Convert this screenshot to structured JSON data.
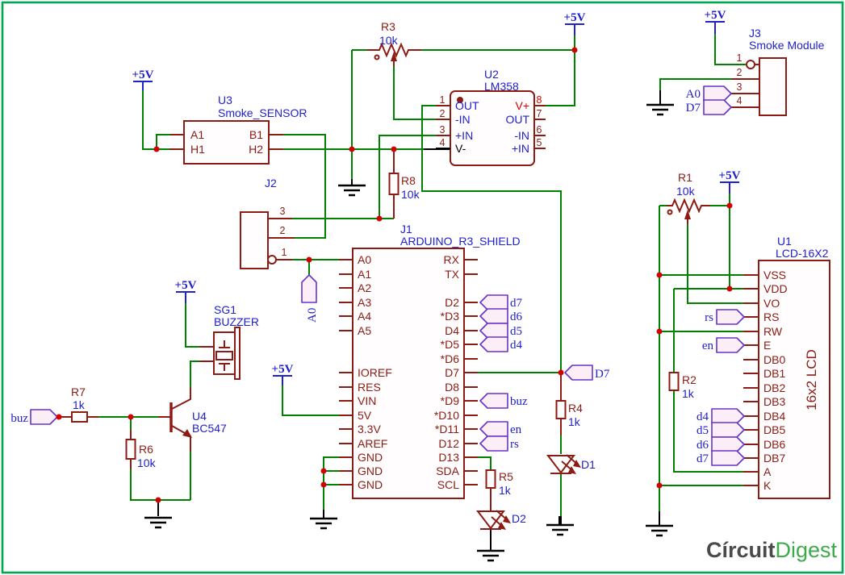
{
  "power": {
    "label": "+5V"
  },
  "logo": {
    "part1": "Círcuit",
    "part2": "Digest"
  },
  "u3": {
    "ref": "U3",
    "value": "Smoke_SENSOR",
    "pin_a1": "A1",
    "pin_h1": "H1",
    "pin_b1": "B1",
    "pin_h2": "H2"
  },
  "u2": {
    "ref": "U2",
    "value": "LM358",
    "num1": "1",
    "num2": "2",
    "num3": "3",
    "num4": "4",
    "num5": "5",
    "num6": "6",
    "num7": "7",
    "num8": "8",
    "name_out": "OUT",
    "name_minus_in": "-IN",
    "name_plus_in": "+IN",
    "name_v_minus": "V-",
    "name_v_plus": "V+"
  },
  "j2": {
    "ref": "J2",
    "num1": "1",
    "num2": "2",
    "num3": "3"
  },
  "j3": {
    "ref": "J3",
    "value": "Smoke Module",
    "num1": "1",
    "num2": "2",
    "num3": "3",
    "num4": "4"
  },
  "j1": {
    "ref": "J1",
    "value": "ARDUINO_R3_SHIELD",
    "left_pins": [
      "A0",
      "A1",
      "A2",
      "A3",
      "A4",
      "A5",
      "IOREF",
      "RES",
      "VIN",
      "5V",
      "3.3V",
      "AREF",
      "GND",
      "GND",
      "GND"
    ],
    "right_pins": [
      "RX",
      "TX",
      "D2",
      "*D3",
      "D4",
      "*D5",
      "*D6",
      "D7",
      "D8",
      "*D9",
      "*D10",
      "*D11",
      "D12",
      "D13",
      "SDA",
      "SCL"
    ]
  },
  "u1": {
    "ref": "U1",
    "value": "LCD-16X2",
    "side_label": "16x2 LCD",
    "pins": [
      "VSS",
      "VDD",
      "VO",
      "RS",
      "RW",
      "E",
      "DB0",
      "DB1",
      "DB2",
      "DB3",
      "DB4",
      "DB5",
      "DB6",
      "DB7",
      "A",
      "K"
    ]
  },
  "r1": {
    "ref": "R1",
    "value": "10k"
  },
  "r2": {
    "ref": "R2",
    "value": "1k"
  },
  "r3": {
    "ref": "R3",
    "value": "10k"
  },
  "r4": {
    "ref": "R4",
    "value": "1k"
  },
  "r5": {
    "ref": "R5",
    "value": "1k"
  },
  "r6": {
    "ref": "R6",
    "value": "10k"
  },
  "r7": {
    "ref": "R7",
    "value": "1k"
  },
  "r8": {
    "ref": "R8",
    "value": "10k"
  },
  "sg1": {
    "ref": "SG1",
    "value": "BUZZER"
  },
  "u4": {
    "ref": "U4",
    "value": "BC547"
  },
  "d1": {
    "ref": "D1"
  },
  "d2": {
    "ref": "D2"
  },
  "nets": {
    "a0": "A0",
    "d7": "D7",
    "buz": "buz",
    "en": "en",
    "rs": "rs",
    "d4_l": "d4",
    "d5_l": "d5",
    "d6_l": "d6",
    "d7_l": "d7"
  },
  "colors": {
    "wire": "#008200",
    "component": "#8c1b13",
    "label_blue": "#2020cf",
    "accent_red": "#d40000",
    "flag_fill": "#fceef7",
    "flag_stroke": "#6633cc",
    "border": "#00a651",
    "ground": "#000000",
    "logo_gray": "#4a4a4a",
    "logo_green": "#3cab49"
  }
}
